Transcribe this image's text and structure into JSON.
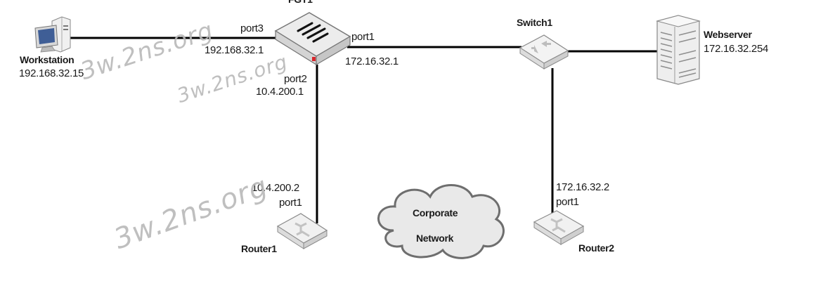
{
  "diagram": {
    "title": "Network topology",
    "nodes": {
      "fgt": {
        "name": "FGT1",
        "type": "firewall"
      },
      "workstation": {
        "name": "Workstation",
        "ip": "192.168.32.15",
        "type": "workstation"
      },
      "switch1": {
        "name": "Switch1",
        "type": "switch"
      },
      "webserver": {
        "name": "Webserver",
        "ip": "172.16.32.254",
        "type": "server"
      },
      "router1": {
        "name": "Router1",
        "ip": "10.4.200.2",
        "port": "port1",
        "type": "router"
      },
      "router2": {
        "name": "Router2",
        "ip": "172.16.32.2",
        "port": "port1",
        "type": "router"
      },
      "cloud": {
        "line1": "Corporate",
        "line2": "Network",
        "type": "cloud"
      }
    },
    "links": [
      {
        "from": "workstation",
        "to": "fgt",
        "fgt_port": "port3",
        "fgt_ip": "192.168.32.1"
      },
      {
        "from": "fgt",
        "to": "switch1",
        "fgt_port": "port1",
        "fgt_ip": "172.16.32.1"
      },
      {
        "from": "fgt",
        "to": "router1",
        "fgt_port": "port2",
        "fgt_ip": "10.4.200.1"
      },
      {
        "from": "switch1",
        "to": "webserver"
      },
      {
        "from": "switch1",
        "to": "router2"
      }
    ]
  },
  "watermarks": [
    "3w.2ns.org",
    "3w.2ns.org",
    "3w.2ns.org"
  ]
}
